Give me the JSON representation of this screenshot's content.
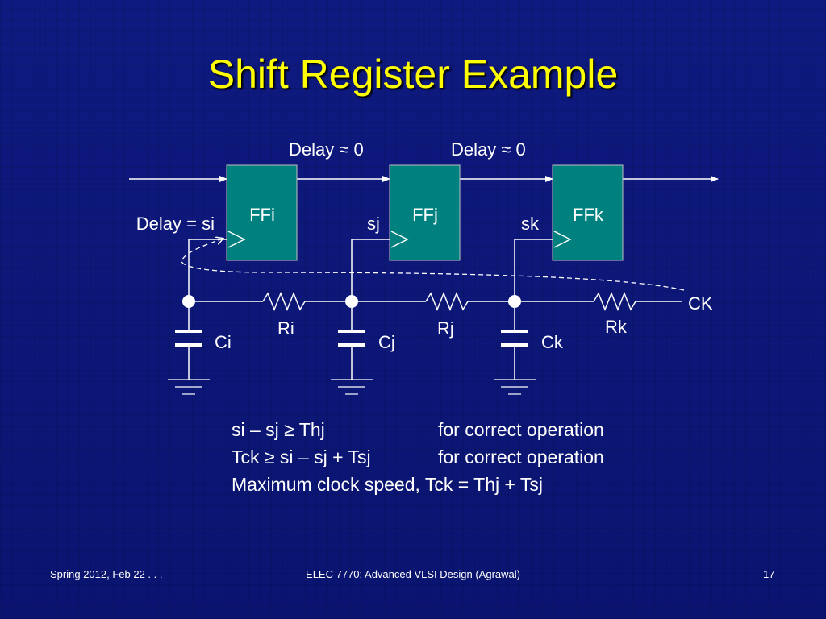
{
  "slide": {
    "title": "Shift Register Example",
    "page_number": "17"
  },
  "circuit": {
    "flipflops": [
      "FFi",
      "FFj",
      "FFk"
    ],
    "delay_labels": [
      "Delay ≈  0",
      "Delay ≈  0"
    ],
    "skew_labels": [
      "Delay = si",
      "sj",
      "sk"
    ],
    "resistors": [
      "Ri",
      "Rj",
      "Rk"
    ],
    "capacitors": [
      "Ci",
      "Cj",
      "Ck"
    ],
    "clock_label": "CK"
  },
  "equations": [
    {
      "expr": "si – sj ≥ Thj",
      "note": "for correct operation"
    },
    {
      "expr": "Tck ≥ si – sj + Tsj",
      "note": "for correct operation"
    },
    {
      "expr": "Maximum clock speed, Tck = Thj + Tsj",
      "note": ""
    }
  ],
  "footer": {
    "left": "Spring 2012, Feb 22 . . .",
    "center": "ELEC 7770: Advanced VLSI Design (Agrawal)",
    "right": "17"
  },
  "colors": {
    "background": "#0b1576",
    "title": "#ffff00",
    "flipflop_fill": "#00807f",
    "wire": "#ffffff"
  }
}
